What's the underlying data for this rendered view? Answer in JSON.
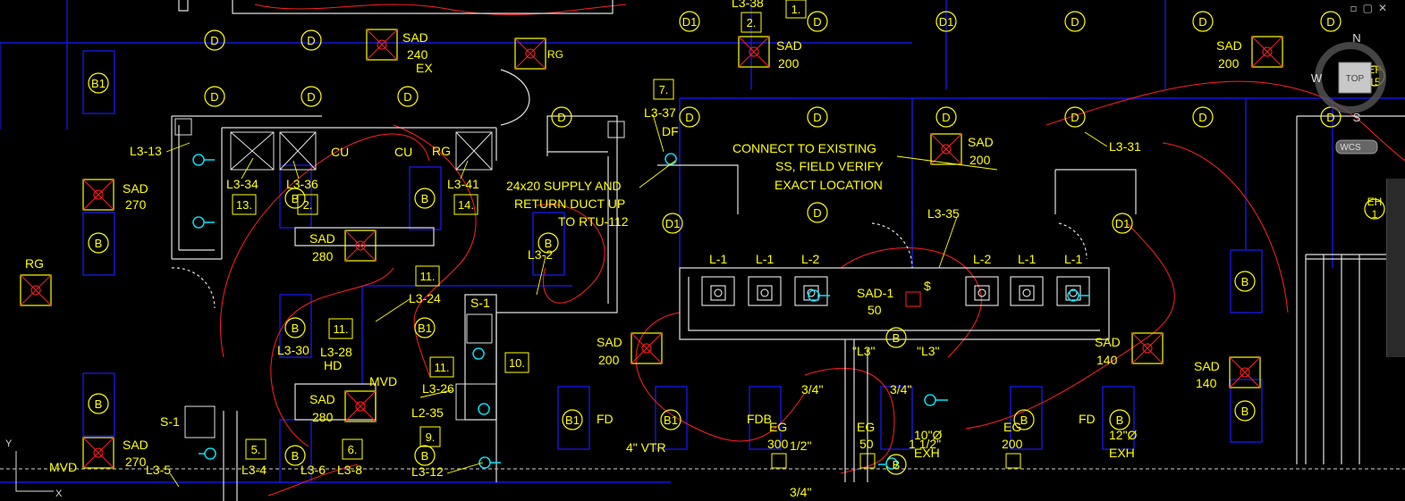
{
  "window": {
    "controls": [
      "▫",
      "▢",
      "✕"
    ]
  },
  "viewcube": {
    "top_label": "TOP",
    "compass": {
      "n": "N",
      "s": "S",
      "w": "W"
    },
    "wcs_label": "WCS"
  },
  "colors": {
    "background": "#000000",
    "annotation": "#ffff00",
    "walls": "#ffffff",
    "ducts": "#1a1aff",
    "circuits": "#ff2020",
    "devices": "#00e5ff",
    "grid": "#c0c0c0"
  },
  "ucs_icon": {
    "x_label": "X",
    "y_label": "Y"
  },
  "labels": {
    "sad": "SAD",
    "d": "D",
    "d1": "D1",
    "b": "B",
    "b1": "B1",
    "cu": "CU",
    "rg": "RG",
    "fd": "FD",
    "fdb": "FDB",
    "eg": "EG",
    "df": "DF",
    "hd": "HD",
    "mvd": "MVD",
    "ex": "EX",
    "s1": "S-1",
    "eh1_top": "EH",
    "eh1_bot": "1",
    "ef15_top": "EF",
    "ef15_bot": "15",
    "sad1": "SAD-1",
    "vtr": "4\" VTR",
    "exh": "EXH",
    "l3": "\"L3\"",
    "q34": "3/4\"",
    "q12": "1/2\"",
    "q112": "1 1/2\"",
    "d10": "10\"Ø",
    "d12": "12\"Ø",
    "dollar": "$"
  },
  "notes": {
    "connect": [
      "CONNECT TO EXISTING",
      "SS, FIELD VERIFY",
      "EXACT LOCATION"
    ],
    "duct": [
      "24x20 SUPPLY AND",
      "RETURN DUCT UP",
      "TO RTU-112"
    ]
  },
  "circuits": {
    "l313": "L3-13",
    "l334": "L3-34",
    "l336": "L3-36",
    "l341": "L3-41",
    "l337": "L3-37",
    "l335": "L3-35",
    "l331": "L3-31",
    "l32": "L3-2",
    "l324": "L3-24",
    "l330": "L3-30",
    "l328": "L3-28",
    "l326": "L3-26",
    "l235": "L2-35",
    "l312": "L3-12",
    "l35": "L3-5",
    "l34": "L3-4",
    "l36": "L3-6",
    "l38": "L3-8",
    "l338": "L3-38",
    "l1": "L-1",
    "l2": "L-2"
  },
  "diffusers": {
    "sad270": "270",
    "sad280": "280",
    "sad200": "200",
    "sad240": "240",
    "sad140": "140",
    "sad50": "50",
    "eg300": "300",
    "eg50": "50",
    "eg200": "200"
  },
  "tags": {
    "t1": "1.",
    "t2": "2.",
    "t5": "5.",
    "t6": "6.",
    "t7": "7.",
    "t9": "9.",
    "t10": "10.",
    "t11": "11.",
    "t13": "13.",
    "t14": "14.",
    "t2b": "2."
  }
}
